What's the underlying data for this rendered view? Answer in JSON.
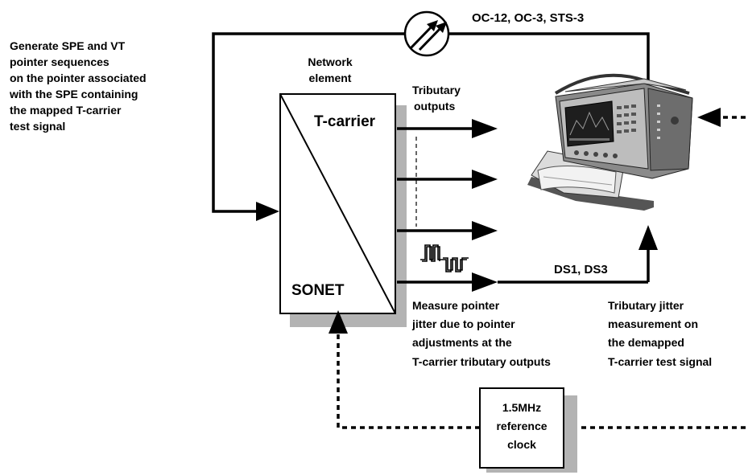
{
  "link_label": "OC-12, OC-3, STS-3",
  "generate_note": [
    "Generate SPE and VT",
    "pointer sequences",
    "on the pointer associated",
    "with the SPE containing",
    "the mapped T-carrier",
    "test signal"
  ],
  "network_element": {
    "title_lines": [
      "Network",
      "element"
    ],
    "top_label": "T-carrier",
    "bottom_label": "SONET"
  },
  "tributary_outputs_lines": [
    "Tributary",
    "outputs"
  ],
  "ds_label": "DS1, DS3",
  "measure_note": [
    "Measure pointer",
    "jitter due to pointer",
    "adjustments at the",
    "T-carrier tributary outputs"
  ],
  "tributary_jitter_note": [
    "Tributary jitter",
    "measurement on",
    "the demapped",
    "T-carrier test signal"
  ],
  "reference_clock_lines": [
    "1.5MHz",
    "reference",
    "clock"
  ]
}
